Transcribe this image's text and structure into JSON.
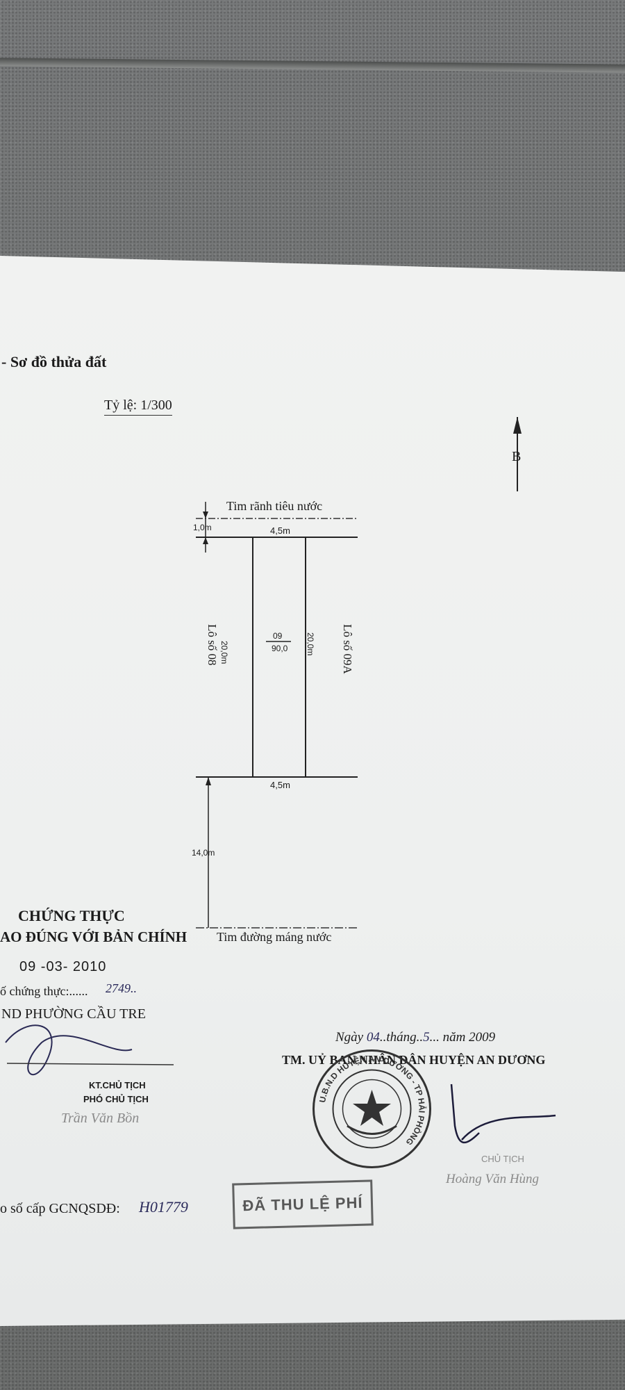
{
  "document": {
    "section_title": "- Sơ đồ thửa đất",
    "scale": "Tỷ lệ: 1/300",
    "north": "B",
    "drawing": {
      "top_boundary": "Tim rãnh tiêu nước",
      "top_offset": "1,0m",
      "top_width": "4,5m",
      "bottom_width": "4,5m",
      "left_side": "20,0m",
      "right_side": "20,0m",
      "parcel_number": "09",
      "parcel_area": "90,0",
      "neighbor_left": "Lô số 08",
      "neighbor_right": "Lô số 09A",
      "front_depth": "14,0m",
      "bottom_boundary": "Tim đường máng nước"
    },
    "certification": {
      "title": "CHỨNG THỰC",
      "subtitle": "AO ĐÚNG VỚI BẢN CHÍNH",
      "date": "09 -03- 2010",
      "number_label": "ố chứng thực:......",
      "number_value": "2749..",
      "office": "ND PHƯỜNG CẦU TRE",
      "role_1": "KT.CHỦ TỊCH",
      "role_2": "PHÓ CHỦ TỊCH",
      "signer": "Trần Văn Bồn"
    },
    "issuance": {
      "date_prefix": "Ngày",
      "day": "04",
      "month_label": "..tháng..",
      "month": "5",
      "year_label": "... năm 2009",
      "authority": "TM. UỶ BAN NHÂN DÂN HUYỆN AN DƯƠNG",
      "seal_text": "U.B.N.D HUYỆN AN DƯƠNG - TP HẢI PHÒNG",
      "chair": "CHỦ TỊCH",
      "chair_name": "Hoàng Văn Hùng"
    },
    "registry": {
      "label": "o số cấp GCNQSDĐ:",
      "value": "H01779"
    },
    "fee_stamp": "ĐÃ THU LỆ PHÍ"
  }
}
